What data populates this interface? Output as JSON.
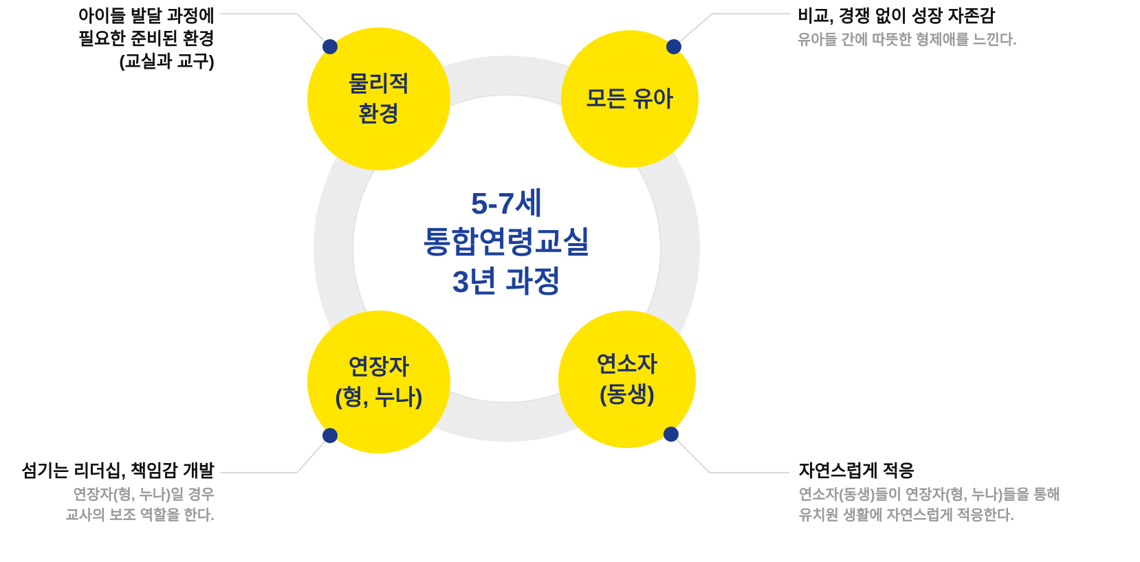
{
  "center": {
    "lines": [
      "5-7세",
      "통합연령교실",
      "3년 과정"
    ]
  },
  "circles": [
    {
      "id": "physical-environment",
      "lines": [
        "물리적",
        "환경"
      ]
    },
    {
      "id": "all-children",
      "lines": [
        "모든 유아",
        ""
      ]
    },
    {
      "id": "elder",
      "lines": [
        "연장자",
        "(형, 누나)"
      ]
    },
    {
      "id": "younger",
      "lines": [
        "연소자",
        "(동생)"
      ]
    }
  ],
  "annotations": [
    {
      "id": "prepared-environment",
      "title_lines": [
        "아이들 발달 과정에",
        "필요한 준비된 환경",
        "(교실과 교구)"
      ],
      "desc_lines": [
        "",
        ""
      ]
    },
    {
      "id": "growth-self-esteem",
      "title_lines": [
        "비교, 경쟁 없이 성장 자존감",
        "",
        ""
      ],
      "desc_lines": [
        "유아들 간에 따뜻한 형제애를 느낀다.",
        ""
      ]
    },
    {
      "id": "servant-leadership",
      "title_lines": [
        "섬기는 리더십, 책임감 개발",
        "",
        ""
      ],
      "desc_lines": [
        "연장자(형, 누나)일 경우",
        "교사의 보조 역할을 한다."
      ]
    },
    {
      "id": "natural-adaptation",
      "title_lines": [
        "자연스럽게 적응",
        "",
        ""
      ],
      "desc_lines": [
        "연소자(동생)들이 연장자(형, 누나)들을 통해",
        "유치원 생활에 자연스럽게 적응한다."
      ]
    }
  ],
  "colors": {
    "bubble_fill": "#FFE500",
    "bubble_text": "#1E2F63",
    "center_text": "#1C419C",
    "ring": "#ECECEC",
    "connector": "#D9D9D9",
    "dot": "#1B3A8C",
    "title_text": "#111111",
    "desc_text": "#999999"
  }
}
